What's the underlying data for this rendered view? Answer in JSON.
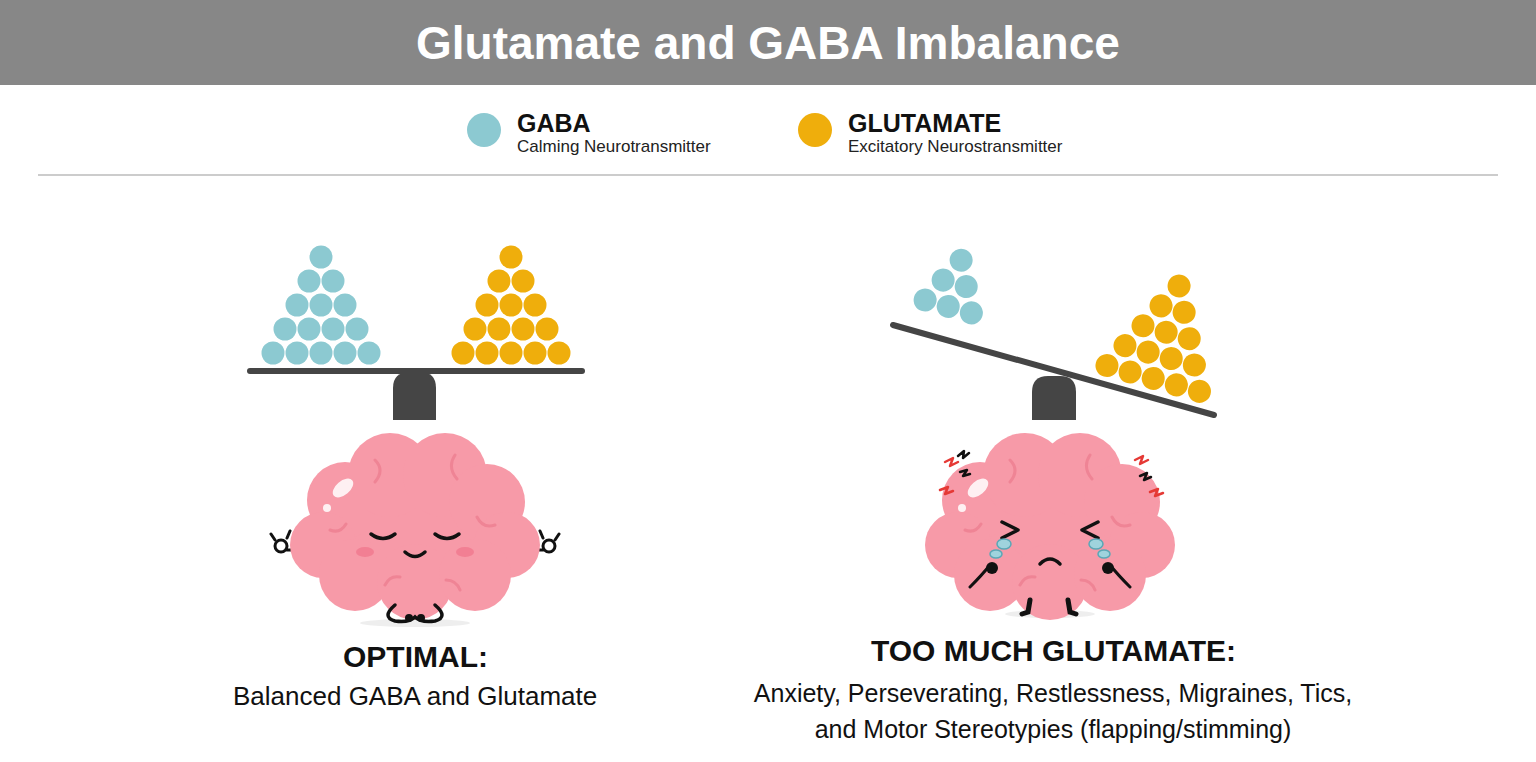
{
  "diagram": {
    "title": "Glutamate and GABA Imbalance",
    "labels": [
      "Calming Neurotransmitter",
      "Excitatory Neurostransmitter",
      "OPTIMAL:",
      "Balanced GABA and Glutamate",
      "TOO MUCH GLUTAMATE:",
      "Anxiety, Perseverating, Restlessness, Migraines, Tics, and Motor Stereotypies (flapping/stimming)"
    ],
    "legend": [
      {
        "text": "GABA",
        "color": "#8cc9d1"
      },
      {
        "text": "GLUTAMATE",
        "color": "#efae0c"
      }
    ]
  }
}
